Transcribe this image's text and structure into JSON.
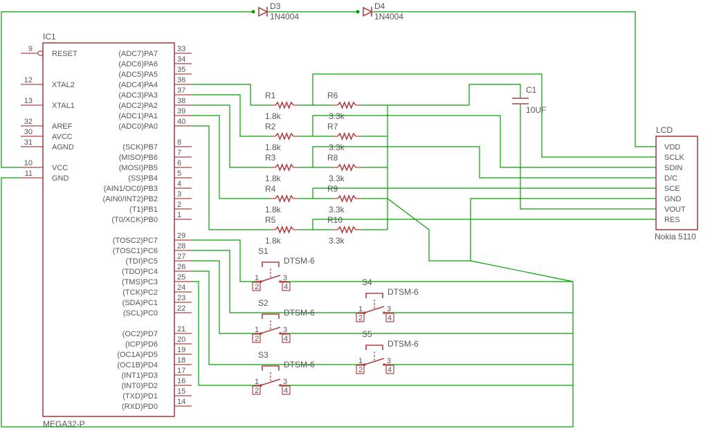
{
  "ic": {
    "name": "IC1",
    "part": "MEGA32-P",
    "left_pins": [
      {
        "num": "9",
        "label": "RESET"
      },
      {
        "num": "12",
        "label": "XTAL2"
      },
      {
        "num": "13",
        "label": "XTAL1"
      },
      {
        "num": "32",
        "label": "AREF"
      },
      {
        "num": "30",
        "label": "AVCC"
      },
      {
        "num": "31",
        "label": "AGND"
      },
      {
        "num": "10",
        "label": "VCC"
      },
      {
        "num": "11",
        "label": "GND"
      }
    ],
    "right_pins": [
      {
        "num": "33",
        "label": "(ADC7)PA7"
      },
      {
        "num": "34",
        "label": "(ADC6)PA6"
      },
      {
        "num": "35",
        "label": "(ADC5)PA5"
      },
      {
        "num": "36",
        "label": "(ADC4)PA4"
      },
      {
        "num": "37",
        "label": "(ADC3)PA3"
      },
      {
        "num": "38",
        "label": "(ADC2)PA2"
      },
      {
        "num": "39",
        "label": "(ADC1)PA1"
      },
      {
        "num": "40",
        "label": "(ADC0)PA0"
      },
      {
        "num": "8",
        "label": "(SCK)PB7"
      },
      {
        "num": "7",
        "label": "(MISO)PB6"
      },
      {
        "num": "6",
        "label": "(MOSI)PB5"
      },
      {
        "num": "5",
        "label": "(SS)PB4"
      },
      {
        "num": "4",
        "label": "(AIN1/OC0)PB3"
      },
      {
        "num": "3",
        "label": "(AIN0/INT2)PB2"
      },
      {
        "num": "2",
        "label": "(T1)PB1"
      },
      {
        "num": "1",
        "label": "(T0/XCK)PB0"
      },
      {
        "num": "29",
        "label": "(TOSC2)PC7"
      },
      {
        "num": "28",
        "label": "(TOSC1)PC6"
      },
      {
        "num": "27",
        "label": "(TDI)PC5"
      },
      {
        "num": "26",
        "label": "(TDO)PC4"
      },
      {
        "num": "25",
        "label": "(TMS)PC3"
      },
      {
        "num": "24",
        "label": "(TCK)PC2"
      },
      {
        "num": "23",
        "label": "(SDA)PC1"
      },
      {
        "num": "22",
        "label": "(SCL)PC0"
      },
      {
        "num": "21",
        "label": "(OC2)PD7"
      },
      {
        "num": "20",
        "label": "(ICP)PD6"
      },
      {
        "num": "19",
        "label": "(OC1A)PD5"
      },
      {
        "num": "18",
        "label": "(OC1B)PD4"
      },
      {
        "num": "17",
        "label": "(INT1)PD3"
      },
      {
        "num": "16",
        "label": "(INT0)PD2"
      },
      {
        "num": "15",
        "label": "(TXD)PD1"
      },
      {
        "num": "14",
        "label": "(RXD)PD0"
      }
    ]
  },
  "diodes": [
    {
      "name": "D3",
      "value": "1N4004"
    },
    {
      "name": "D4",
      "value": "1N4004"
    }
  ],
  "resistors_left": [
    {
      "name": "R1",
      "value": "1.8k"
    },
    {
      "name": "R2",
      "value": "1.8k"
    },
    {
      "name": "R3",
      "value": "1.8k"
    },
    {
      "name": "R4",
      "value": "1.8k"
    },
    {
      "name": "R5",
      "value": "1.8k"
    }
  ],
  "resistors_right": [
    {
      "name": "R6",
      "value": "3.3k"
    },
    {
      "name": "R7",
      "value": "3.3k"
    },
    {
      "name": "R8",
      "value": "3.3k"
    },
    {
      "name": "R9",
      "value": "3.3k"
    },
    {
      "name": "R10",
      "value": "3.3k"
    }
  ],
  "capacitor": {
    "name": "C1",
    "value": "10UF"
  },
  "lcd": {
    "name": "LCD",
    "part": "Nokia 5110",
    "pins": [
      "VDD",
      "SCLK",
      "SDIN",
      "D/C",
      "SCE",
      "GND",
      "VOUT",
      "RES"
    ]
  },
  "switches": [
    {
      "name": "S1",
      "value": "DTSM-6",
      "pins": [
        "1",
        "2",
        "3",
        "4"
      ]
    },
    {
      "name": "S2",
      "value": "DTSM-6",
      "pins": [
        "1",
        "2",
        "3",
        "4"
      ]
    },
    {
      "name": "S3",
      "value": "DTSM-6",
      "pins": [
        "1",
        "2",
        "3",
        "4"
      ]
    },
    {
      "name": "S4",
      "value": "DTSM-6",
      "pins": [
        "1",
        "2",
        "3",
        "4"
      ]
    },
    {
      "name": "S5",
      "value": "DTSM-6",
      "pins": [
        "1",
        "2",
        "3",
        "4"
      ]
    }
  ],
  "colors": {
    "wire": "#00a000",
    "part": "#b04040",
    "text": "#555555"
  }
}
